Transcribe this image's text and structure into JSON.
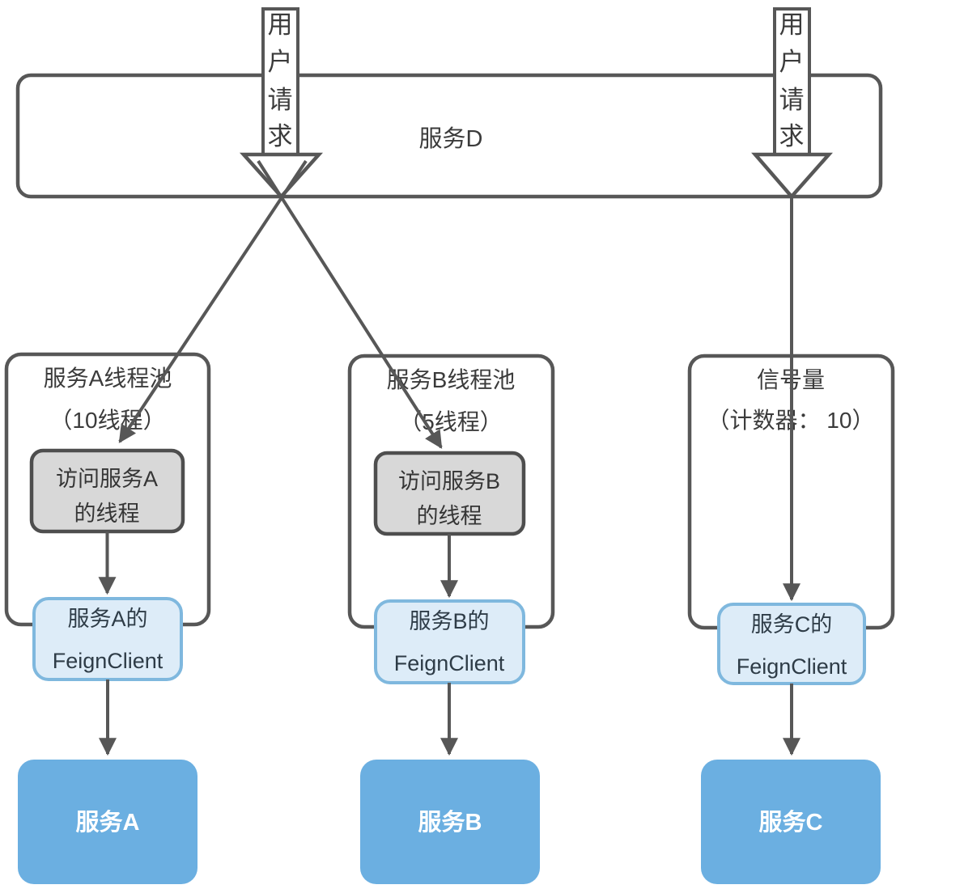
{
  "top": {
    "service_d_label": "服务D",
    "left_request": {
      "label": "用户请求",
      "chars": [
        "用",
        "户",
        "请",
        "求"
      ]
    },
    "right_request": {
      "label": "用户请求",
      "chars": [
        "用",
        "户",
        "请",
        "求"
      ]
    }
  },
  "columns": [
    {
      "pool_title": "服务A线程池",
      "pool_subtitle": "（10线程）",
      "thread_box": {
        "line1": "访问服务A",
        "line2": "的线程"
      },
      "feign": {
        "line1": "服务A的",
        "line2": "FeignClient"
      },
      "service": "服务A"
    },
    {
      "pool_title": "服务B线程池",
      "pool_subtitle": "（5线程）",
      "thread_box": {
        "line1": "访问服务B",
        "line2": "的线程"
      },
      "feign": {
        "line1": "服务B的",
        "line2": "FeignClient"
      },
      "service": "服务B"
    },
    {
      "pool_title": "信号量",
      "pool_subtitle": "（计数器： 10）",
      "feign": {
        "line1": "服务C的",
        "line2": "FeignClient"
      },
      "service": "服务C"
    }
  ],
  "colors": {
    "outline": "#575757",
    "text": "#3b3b3b",
    "thread_box_fill": "#d8d8d8",
    "feign_fill": "#ddecf8",
    "feign_border": "#7fb8de",
    "service_fill": "#6bafe1"
  }
}
